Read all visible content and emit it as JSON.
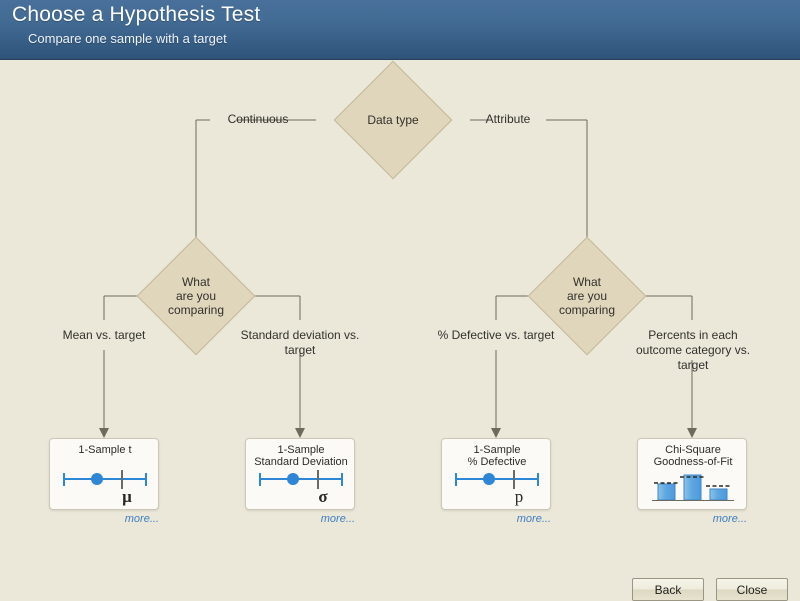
{
  "header": {
    "title": "Choose a Hypothesis Test",
    "subtitle": "Compare one sample with a target"
  },
  "colors": {
    "header_top": "#48709a",
    "header_bottom": "#2f5378",
    "canvas_bg": "#ebe8da",
    "diamond_fill": "#e0d6bb",
    "diamond_stroke": "#c3b795",
    "wire": "#6e6a5c",
    "card_bg": "#fbfaf6",
    "card_stroke": "#cdc7b5",
    "link_blue": "#3f7fc1",
    "plot_blue": "#2e86d6",
    "bar_blue": "#5ea7e0",
    "tick_gray": "#6b6b66"
  },
  "nodes": {
    "root": {
      "label": "Data type"
    },
    "left_branch": {
      "label": "What\nare you\ncomparing"
    },
    "right_branch": {
      "label": "What\nare you\ncomparing"
    }
  },
  "edge_labels": {
    "continuous": "Continuous",
    "attribute": "Attribute",
    "mean_vs_target": "Mean vs. target",
    "stdev_vs_target": "Standard deviation\nvs. target",
    "pct_defective_vs_target": "% Defective vs.\ntarget",
    "percents_each_category": "Percents in each\noutcome category\nvs. target"
  },
  "cards": [
    {
      "id": "one-sample-t",
      "title": "1-Sample t",
      "symbol": "μ",
      "art": "interval-plot",
      "more_label": "more..."
    },
    {
      "id": "one-sample-standard-deviation",
      "title": "1-Sample\nStandard Deviation",
      "symbol": "σ",
      "art": "interval-plot",
      "more_label": "more..."
    },
    {
      "id": "one-sample-percent-defective",
      "title": "1-Sample\n% Defective",
      "symbol": "p",
      "art": "interval-plot",
      "more_label": "more..."
    },
    {
      "id": "chi-square-goodness-of-fit",
      "title": "Chi-Square\nGoodness-of-Fit",
      "symbol": "",
      "art": "bar-chart",
      "more_label": "more..."
    }
  ],
  "footer": {
    "back_label": "Back",
    "close_label": "Close"
  }
}
